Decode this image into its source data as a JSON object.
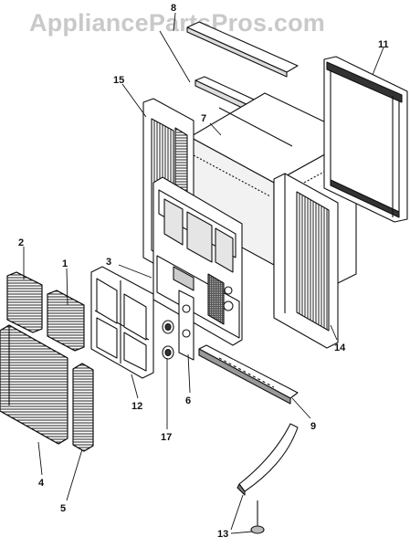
{
  "watermark": "AppliancePartsPros.com",
  "callouts": [
    {
      "id": "c1",
      "text": "1"
    },
    {
      "id": "c2",
      "text": "2"
    },
    {
      "id": "c3",
      "text": "3"
    },
    {
      "id": "c4",
      "text": "4"
    },
    {
      "id": "c5",
      "text": "5"
    },
    {
      "id": "c6",
      "text": "6"
    },
    {
      "id": "c7",
      "text": "7"
    },
    {
      "id": "c8",
      "text": "8"
    },
    {
      "id": "c9",
      "text": "9"
    },
    {
      "id": "c11",
      "text": "11"
    },
    {
      "id": "c12",
      "text": "12"
    },
    {
      "id": "c13",
      "text": "13"
    },
    {
      "id": "c14",
      "text": "14"
    },
    {
      "id": "c15",
      "text": "15"
    },
    {
      "id": "c17",
      "text": "17"
    }
  ]
}
